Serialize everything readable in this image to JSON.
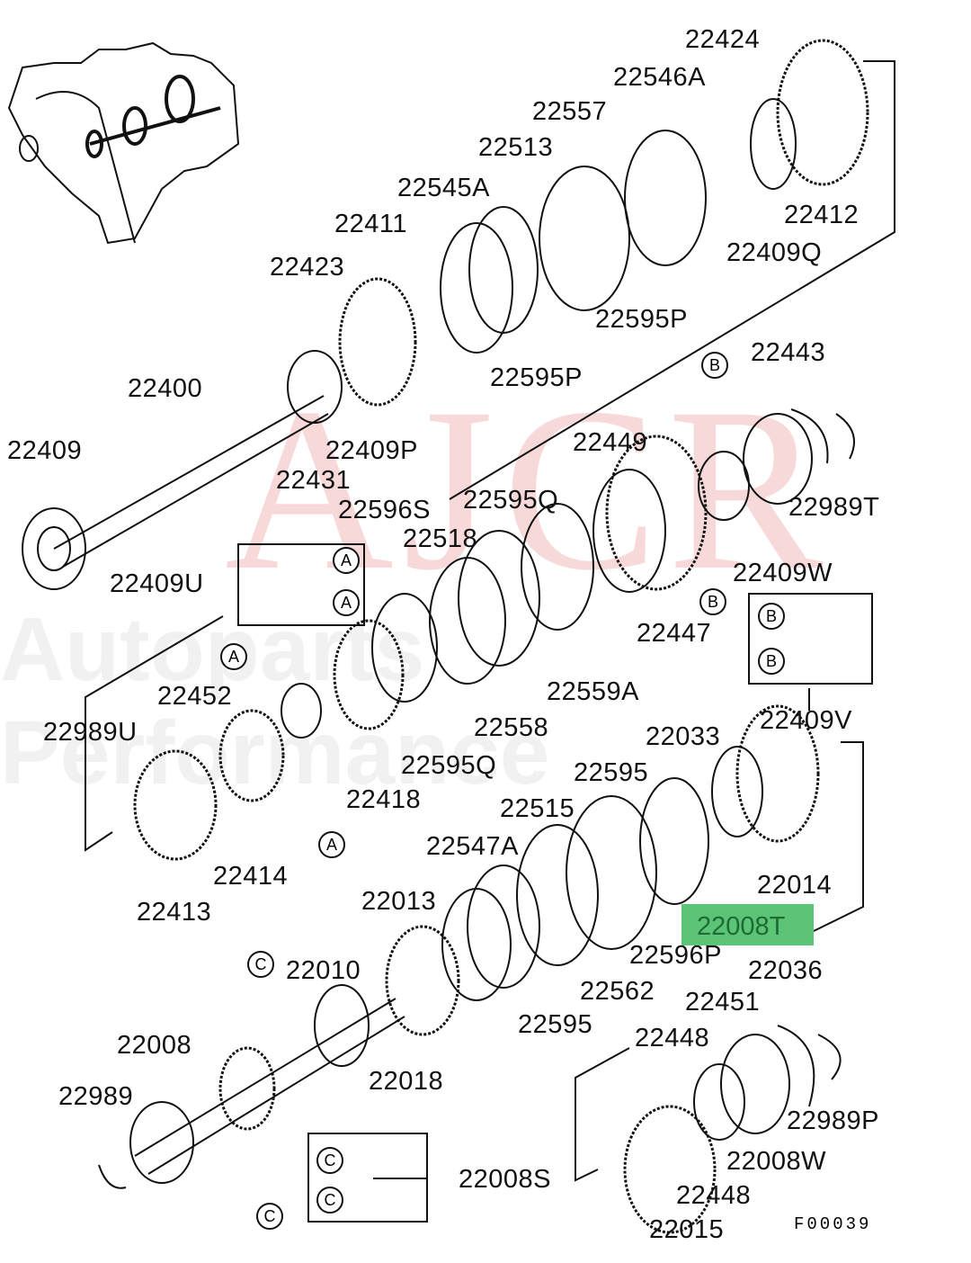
{
  "watermark": {
    "logo": "AJCR",
    "tagline": "Autoparts Performance"
  },
  "highlight": {
    "label": "22008T",
    "color": "#5cc476"
  },
  "figure_code": "F00039",
  "labels": [
    "22424",
    "22546A",
    "22557",
    "22513",
    "22545A",
    "22411",
    "22423",
    "22412",
    "22409Q",
    "22595P",
    "22595P",
    "22400",
    "22443",
    "22409",
    "22409P",
    "22431",
    "22449",
    "22989T",
    "22596S",
    "22595Q",
    "22518",
    "22409U",
    "22409W",
    "22447",
    "22559A",
    "22452",
    "22409V",
    "22989U",
    "22558",
    "22595Q",
    "22033",
    "22595",
    "22418",
    "22515",
    "22547A",
    "22414",
    "22014",
    "22413",
    "22013",
    "22596P",
    "22010",
    "22036",
    "22562",
    "22451",
    "22595",
    "22008",
    "22448",
    "22018",
    "22989",
    "22989P",
    "22008W",
    "22008S",
    "22448",
    "22015"
  ],
  "markers": [
    "A",
    "A",
    "A",
    "A",
    "B",
    "B",
    "B",
    "B",
    "C",
    "C",
    "C",
    "C"
  ]
}
